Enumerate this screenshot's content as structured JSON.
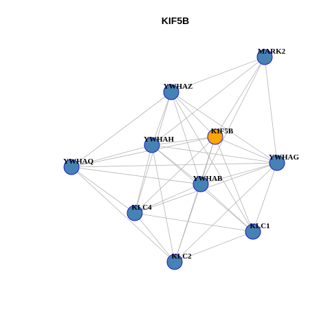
{
  "title": "KIF5B",
  "colors": {
    "node_fill": "#4682b4",
    "node_highlight": "#ffa500",
    "node_border": "#1a1ad0",
    "edge": "#b3b3b3"
  },
  "graph": {
    "nodes": [
      {
        "id": "MARK2",
        "label": "MARK2",
        "highlight": false
      },
      {
        "id": "YWHAZ",
        "label": "YWHAZ",
        "highlight": false
      },
      {
        "id": "KIF5B",
        "label": "KIF5B",
        "highlight": true
      },
      {
        "id": "YWHAH",
        "label": "YWHAH",
        "highlight": false
      },
      {
        "id": "YWHAQ",
        "label": "YWHAQ",
        "highlight": false
      },
      {
        "id": "YWHAG",
        "label": "YWHAG",
        "highlight": false
      },
      {
        "id": "YWHAB",
        "label": "YWHAB",
        "highlight": false
      },
      {
        "id": "KLC4",
        "label": "KLC4",
        "highlight": false
      },
      {
        "id": "KLC1",
        "label": "KLC1",
        "highlight": false
      },
      {
        "id": "KLC2",
        "label": "KLC2",
        "highlight": false
      }
    ],
    "edges": [
      [
        "MARK2",
        "YWHAZ"
      ],
      [
        "MARK2",
        "YWHAH"
      ],
      [
        "MARK2",
        "YWHAB"
      ],
      [
        "MARK2",
        "YWHAG"
      ],
      [
        "MARK2",
        "KIF5B"
      ],
      [
        "YWHAZ",
        "YWHAQ"
      ],
      [
        "YWHAZ",
        "YWHAH"
      ],
      [
        "YWHAZ",
        "YWHAB"
      ],
      [
        "YWHAZ",
        "YWHAG"
      ],
      [
        "YWHAZ",
        "KIF5B"
      ],
      [
        "YWHAZ",
        "KLC4"
      ],
      [
        "YWHAZ",
        "KLC1"
      ],
      [
        "YWHAH",
        "KIF5B"
      ],
      [
        "YWHAH",
        "YWHAQ"
      ],
      [
        "YWHAH",
        "YWHAG"
      ],
      [
        "YWHAH",
        "YWHAB"
      ],
      [
        "YWHAH",
        "KLC4"
      ],
      [
        "YWHAH",
        "KLC1"
      ],
      [
        "YWHAH",
        "KLC2"
      ],
      [
        "KIF5B",
        "YWHAQ"
      ],
      [
        "KIF5B",
        "YWHAG"
      ],
      [
        "KIF5B",
        "YWHAB"
      ],
      [
        "KIF5B",
        "KLC4"
      ],
      [
        "KIF5B",
        "KLC1"
      ],
      [
        "KIF5B",
        "KLC2"
      ],
      [
        "YWHAQ",
        "YWHAG"
      ],
      [
        "YWHAQ",
        "YWHAB"
      ],
      [
        "YWHAQ",
        "KLC4"
      ],
      [
        "YWHAQ",
        "KLC2"
      ],
      [
        "YWHAG",
        "YWHAB"
      ],
      [
        "YWHAG",
        "KLC4"
      ],
      [
        "YWHAG",
        "KLC1"
      ],
      [
        "YWHAG",
        "KLC2"
      ],
      [
        "YWHAB",
        "KLC4"
      ],
      [
        "YWHAB",
        "KLC1"
      ],
      [
        "YWHAB",
        "KLC2"
      ],
      [
        "KLC4",
        "KLC1"
      ],
      [
        "KLC4",
        "KLC2"
      ],
      [
        "KLC1",
        "KLC2"
      ]
    ]
  }
}
